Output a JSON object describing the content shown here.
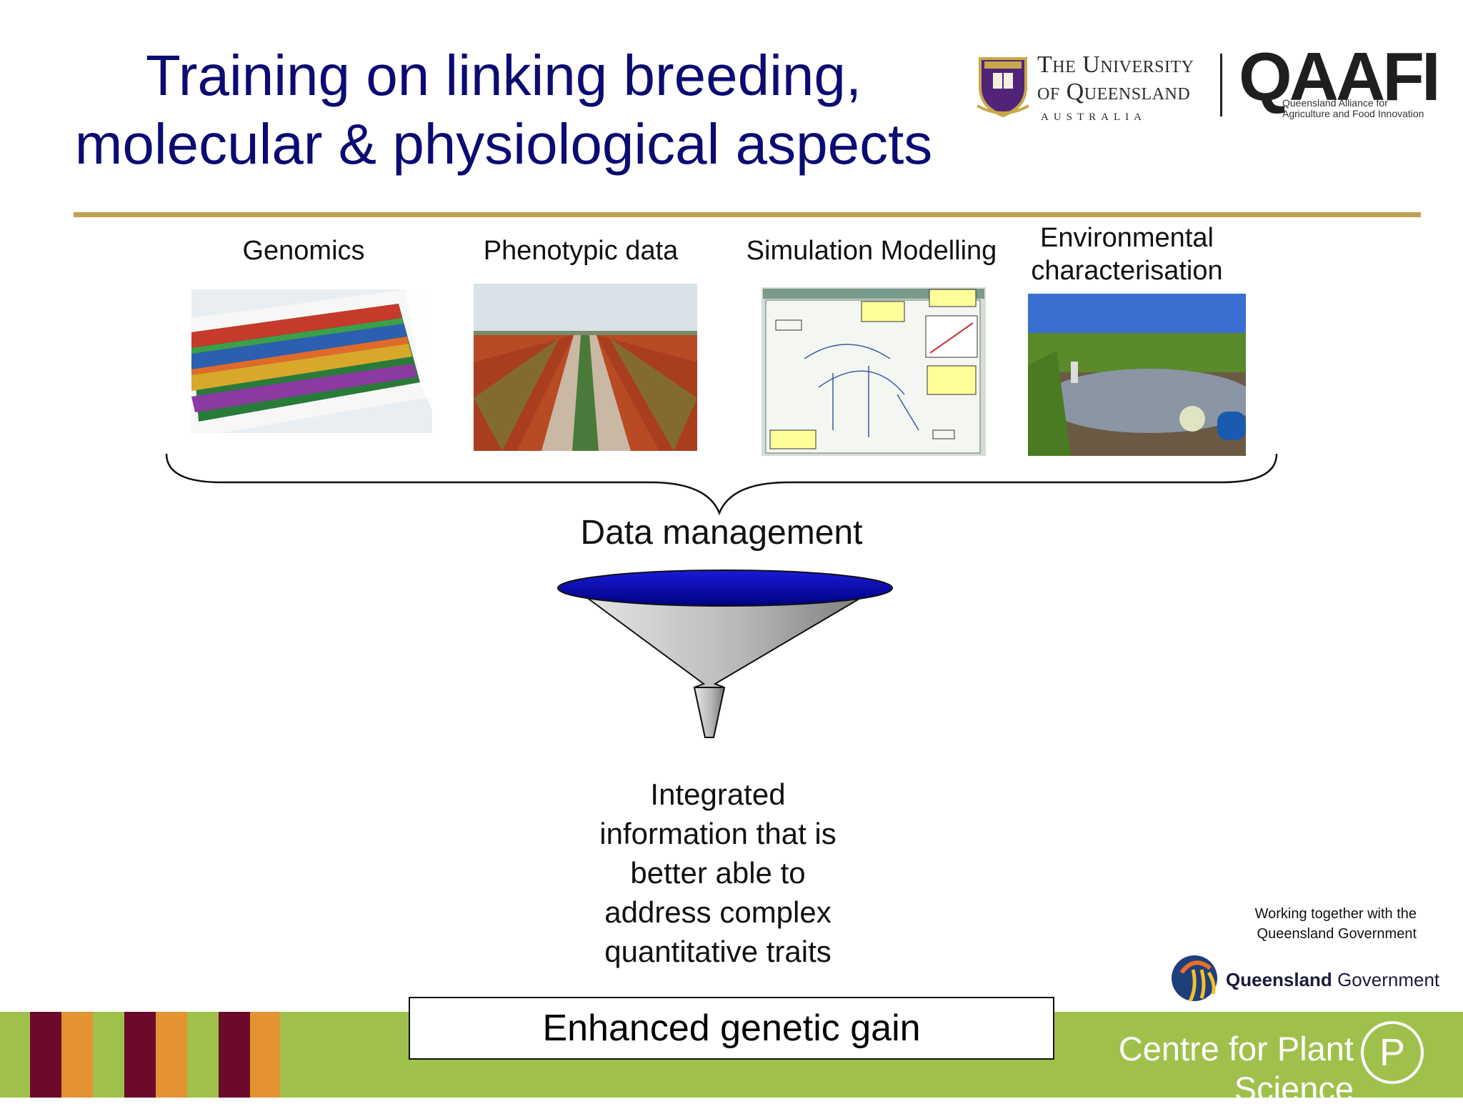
{
  "slide": {
    "title_line1": "Training on linking breeding,",
    "title_line2": "molecular & physiological aspects"
  },
  "logos": {
    "uq_line1": "The University",
    "uq_line2": "of Queensland",
    "uq_line3": "AUSTRALIA",
    "qaafi": "QAAFI",
    "qaafi_sub1": "Queensland Alliance for",
    "qaafi_sub2": "Agriculture and Food Innovation",
    "working_together_line1": "Working together with the",
    "working_together_line2": "Queensland Government",
    "qg_bold": "Queensland",
    "qg_regular": "Government"
  },
  "panels": {
    "genomics": "Genomics",
    "phenotypic": "Phenotypic data",
    "simulation": "Simulation Modelling",
    "environmental_line1": "Environmental",
    "environmental_line2": "characterisation"
  },
  "diagram": {
    "data_management": "Data management",
    "integrated_lines": [
      "Integrated",
      "information that is",
      "better able to",
      "address complex",
      "quantitative traits"
    ],
    "enhanced_gain": "Enhanced genetic gain"
  },
  "footer": {
    "centre_name": "Centre for Plant Science",
    "centre_icon_letter": "P",
    "colors": {
      "green": "#9fc14c",
      "maroon": "#6b0a2a",
      "orange": "#e39331",
      "title_blue": "#0b0b73",
      "rule_gold": "#bfa054"
    }
  }
}
